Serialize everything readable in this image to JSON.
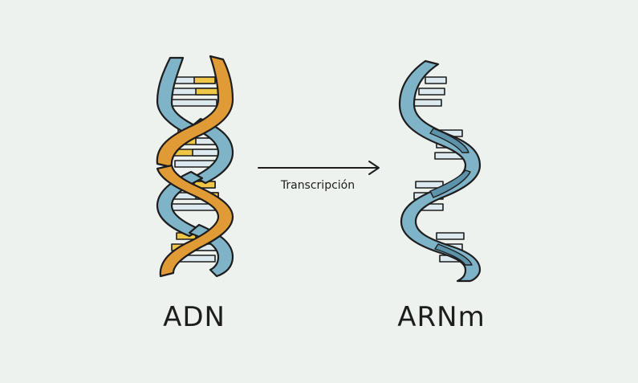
{
  "left_molecule": {
    "label": "ADN"
  },
  "right_molecule": {
    "label": "ARNm"
  },
  "process": {
    "label": "Transcripción"
  },
  "colors": {
    "background": "#eef2ef",
    "strand_blue": "#7fb3c8",
    "strand_blue_dark": "#5d93aa",
    "strand_orange": "#e09a36",
    "rung_light": "#dce9ee",
    "rung_yellow": "#f0c646",
    "outline": "#1d1d1d"
  }
}
